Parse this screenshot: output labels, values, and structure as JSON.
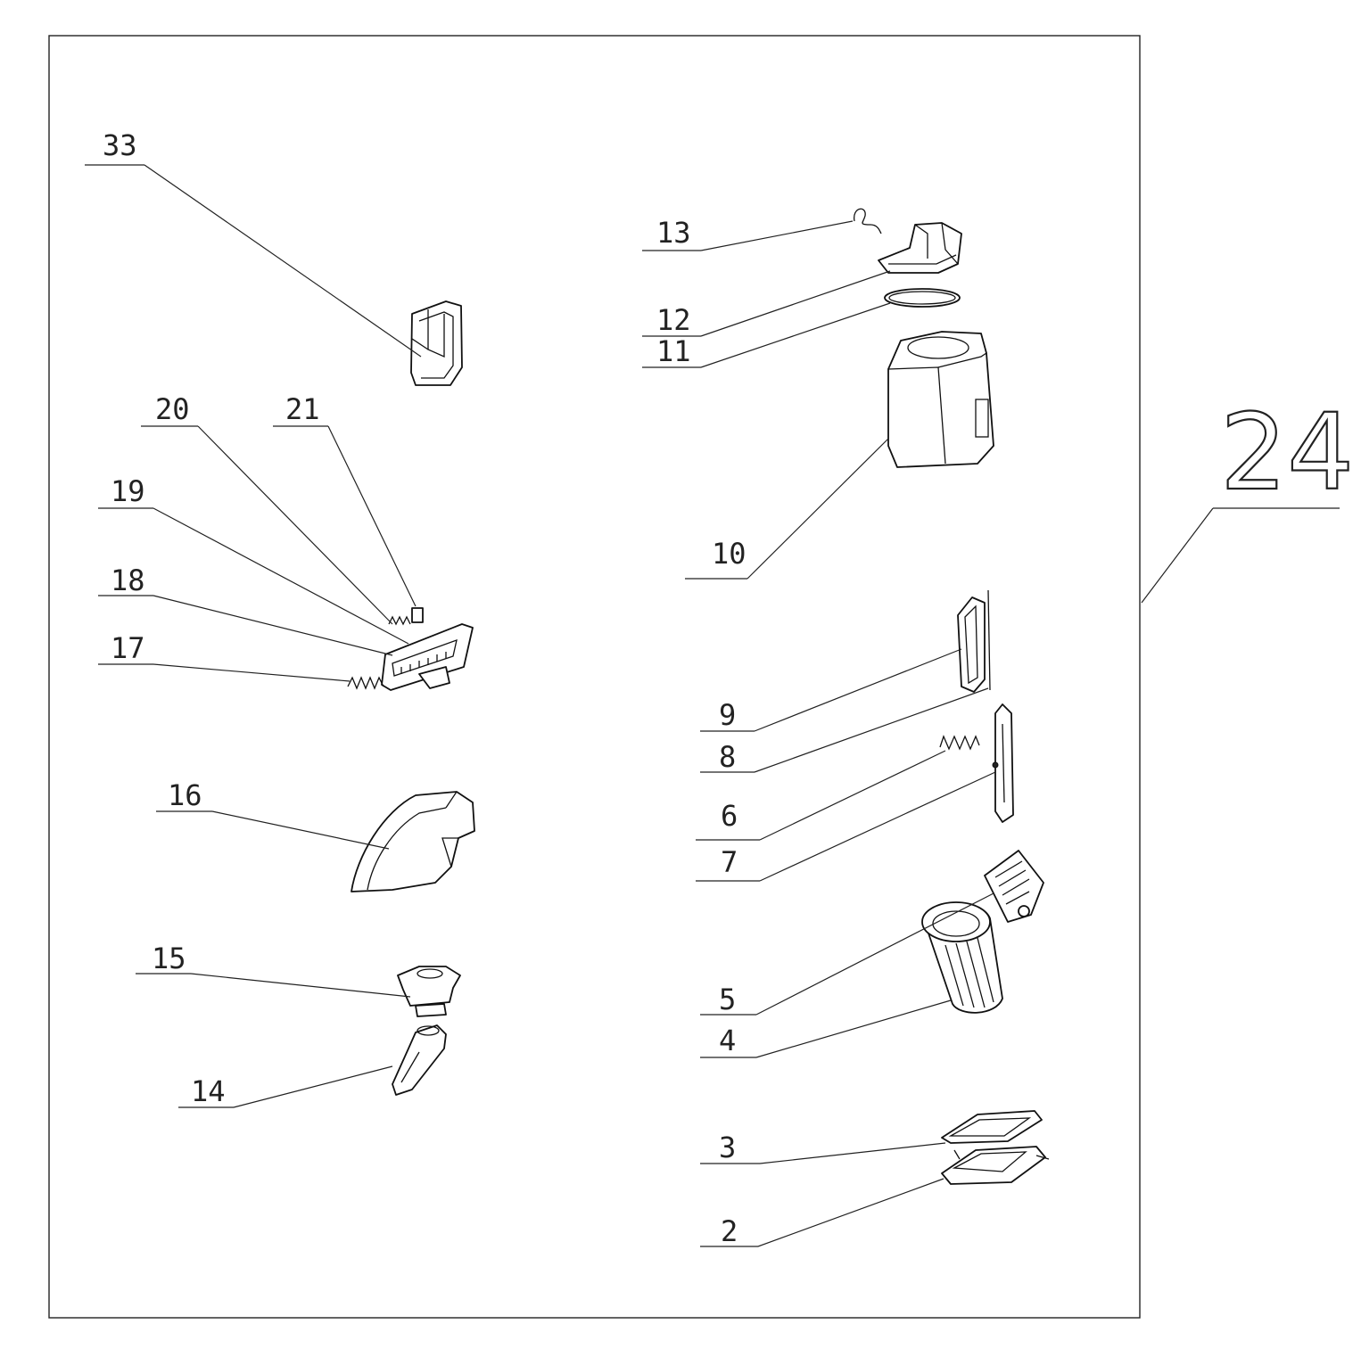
{
  "callouts": {
    "c33": "33",
    "c20": "20",
    "c21": "21",
    "c19": "19",
    "c18": "18",
    "c17": "17",
    "c16": "16",
    "c15": "15",
    "c14": "14",
    "c13": "13",
    "c12": "12",
    "c11": "11",
    "c10": "10",
    "c9": "9",
    "c8": "8",
    "c6": "6",
    "c7": "7",
    "c5": "5",
    "c4": "4",
    "c3": "3",
    "c2": "2",
    "c24": "24"
  }
}
